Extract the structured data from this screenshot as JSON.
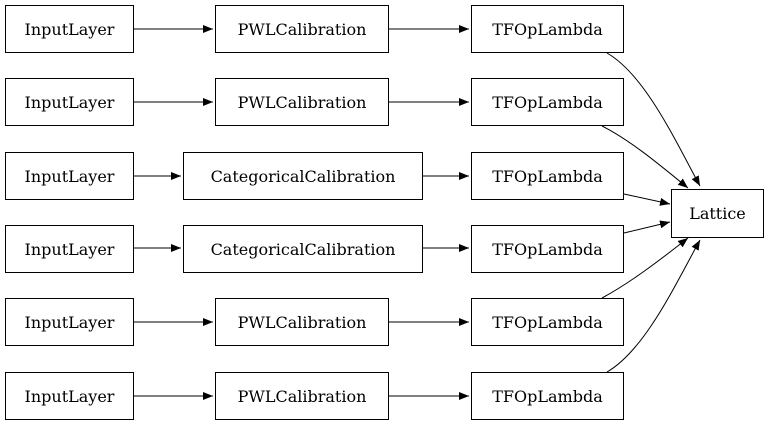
{
  "rows": [
    {
      "input": "InputLayer",
      "calibration": "PWLCalibration",
      "op": "TFOpLambda"
    },
    {
      "input": "InputLayer",
      "calibration": "PWLCalibration",
      "op": "TFOpLambda"
    },
    {
      "input": "InputLayer",
      "calibration": "CategoricalCalibration",
      "op": "TFOpLambda"
    },
    {
      "input": "InputLayer",
      "calibration": "CategoricalCalibration",
      "op": "TFOpLambda"
    },
    {
      "input": "InputLayer",
      "calibration": "PWLCalibration",
      "op": "TFOpLambda"
    },
    {
      "input": "InputLayer",
      "calibration": "PWLCalibration",
      "op": "TFOpLambda"
    }
  ],
  "output": "Lattice",
  "colors": {
    "stroke": "#000000",
    "background": "#ffffff"
  }
}
